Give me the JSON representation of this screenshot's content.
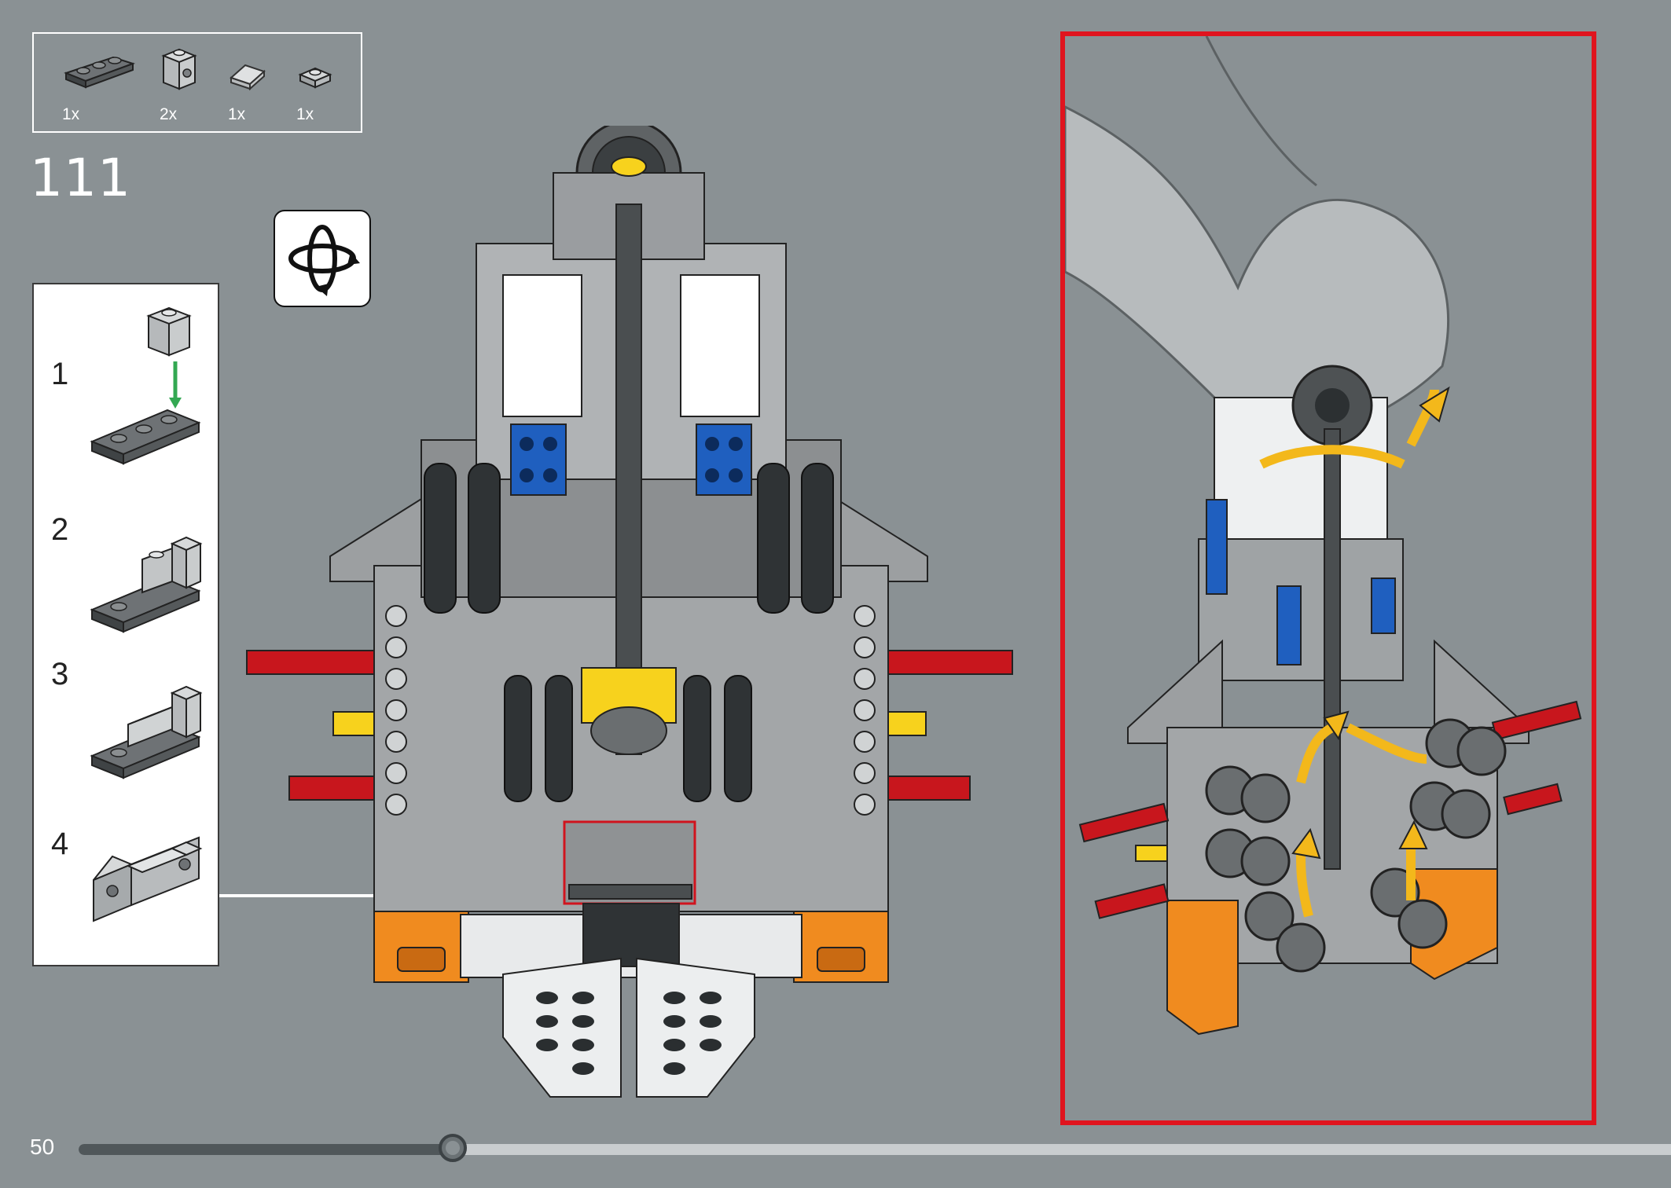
{
  "step": {
    "number": "111"
  },
  "parts": [
    {
      "qty": "1x",
      "icon": "plate-1x3-dark-grey-icon"
    },
    {
      "qty": "2x",
      "icon": "technic-brick-1x1-light-grey-icon"
    },
    {
      "qty": "1x",
      "icon": "slope-tile-light-grey-icon"
    },
    {
      "qty": "1x",
      "icon": "plate-1x1-light-grey-icon"
    }
  ],
  "substeps": [
    "1",
    "2",
    "3",
    "4"
  ],
  "rotate_icon": "rotate-model-icon",
  "footer": {
    "page": "50",
    "progress": 0.235
  },
  "colors": {
    "background": "#8a9194",
    "callout_border": "#e0141e",
    "arrow_green": "#33a852",
    "arrow_yellow": "#f3b81b",
    "orange": "#f08b1f",
    "red_axle": "#c8161d",
    "yellow_axle": "#f7d21d"
  }
}
